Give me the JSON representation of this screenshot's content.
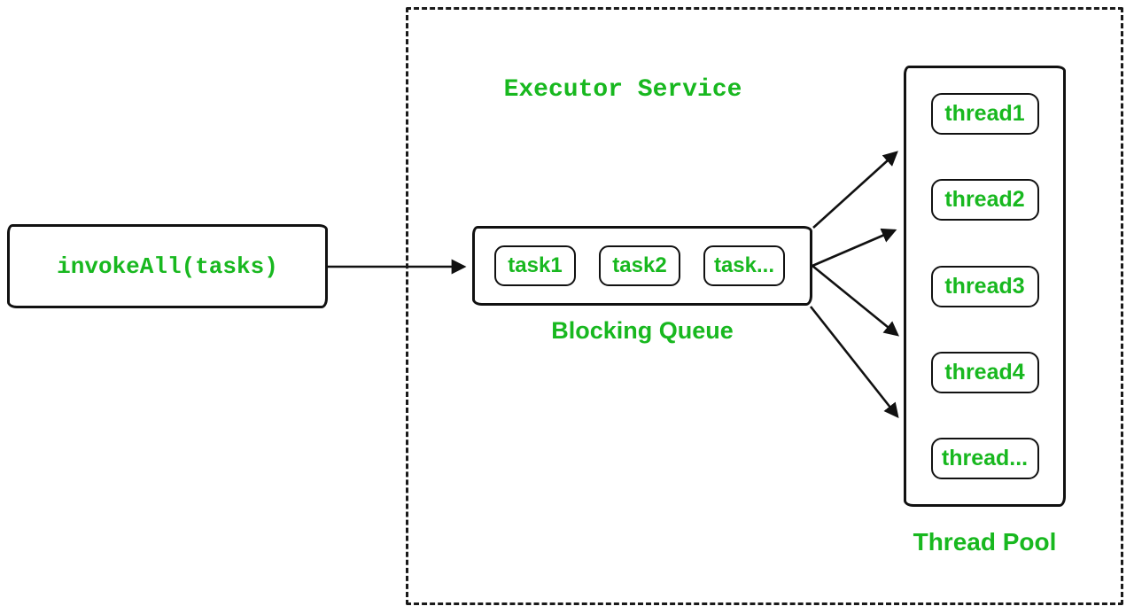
{
  "caller": {
    "label": "invokeAll(tasks)"
  },
  "executor": {
    "title": "Executor Service",
    "queue": {
      "label": "Blocking Queue",
      "tasks": [
        "task1",
        "task2",
        "task..."
      ]
    },
    "pool": {
      "label": "Thread Pool",
      "threads": [
        "thread1",
        "thread2",
        "thread3",
        "thread4",
        "thread..."
      ]
    }
  },
  "colors": {
    "text_green": "#18b81f",
    "stroke_black": "#111111",
    "background": "#ffffff"
  }
}
